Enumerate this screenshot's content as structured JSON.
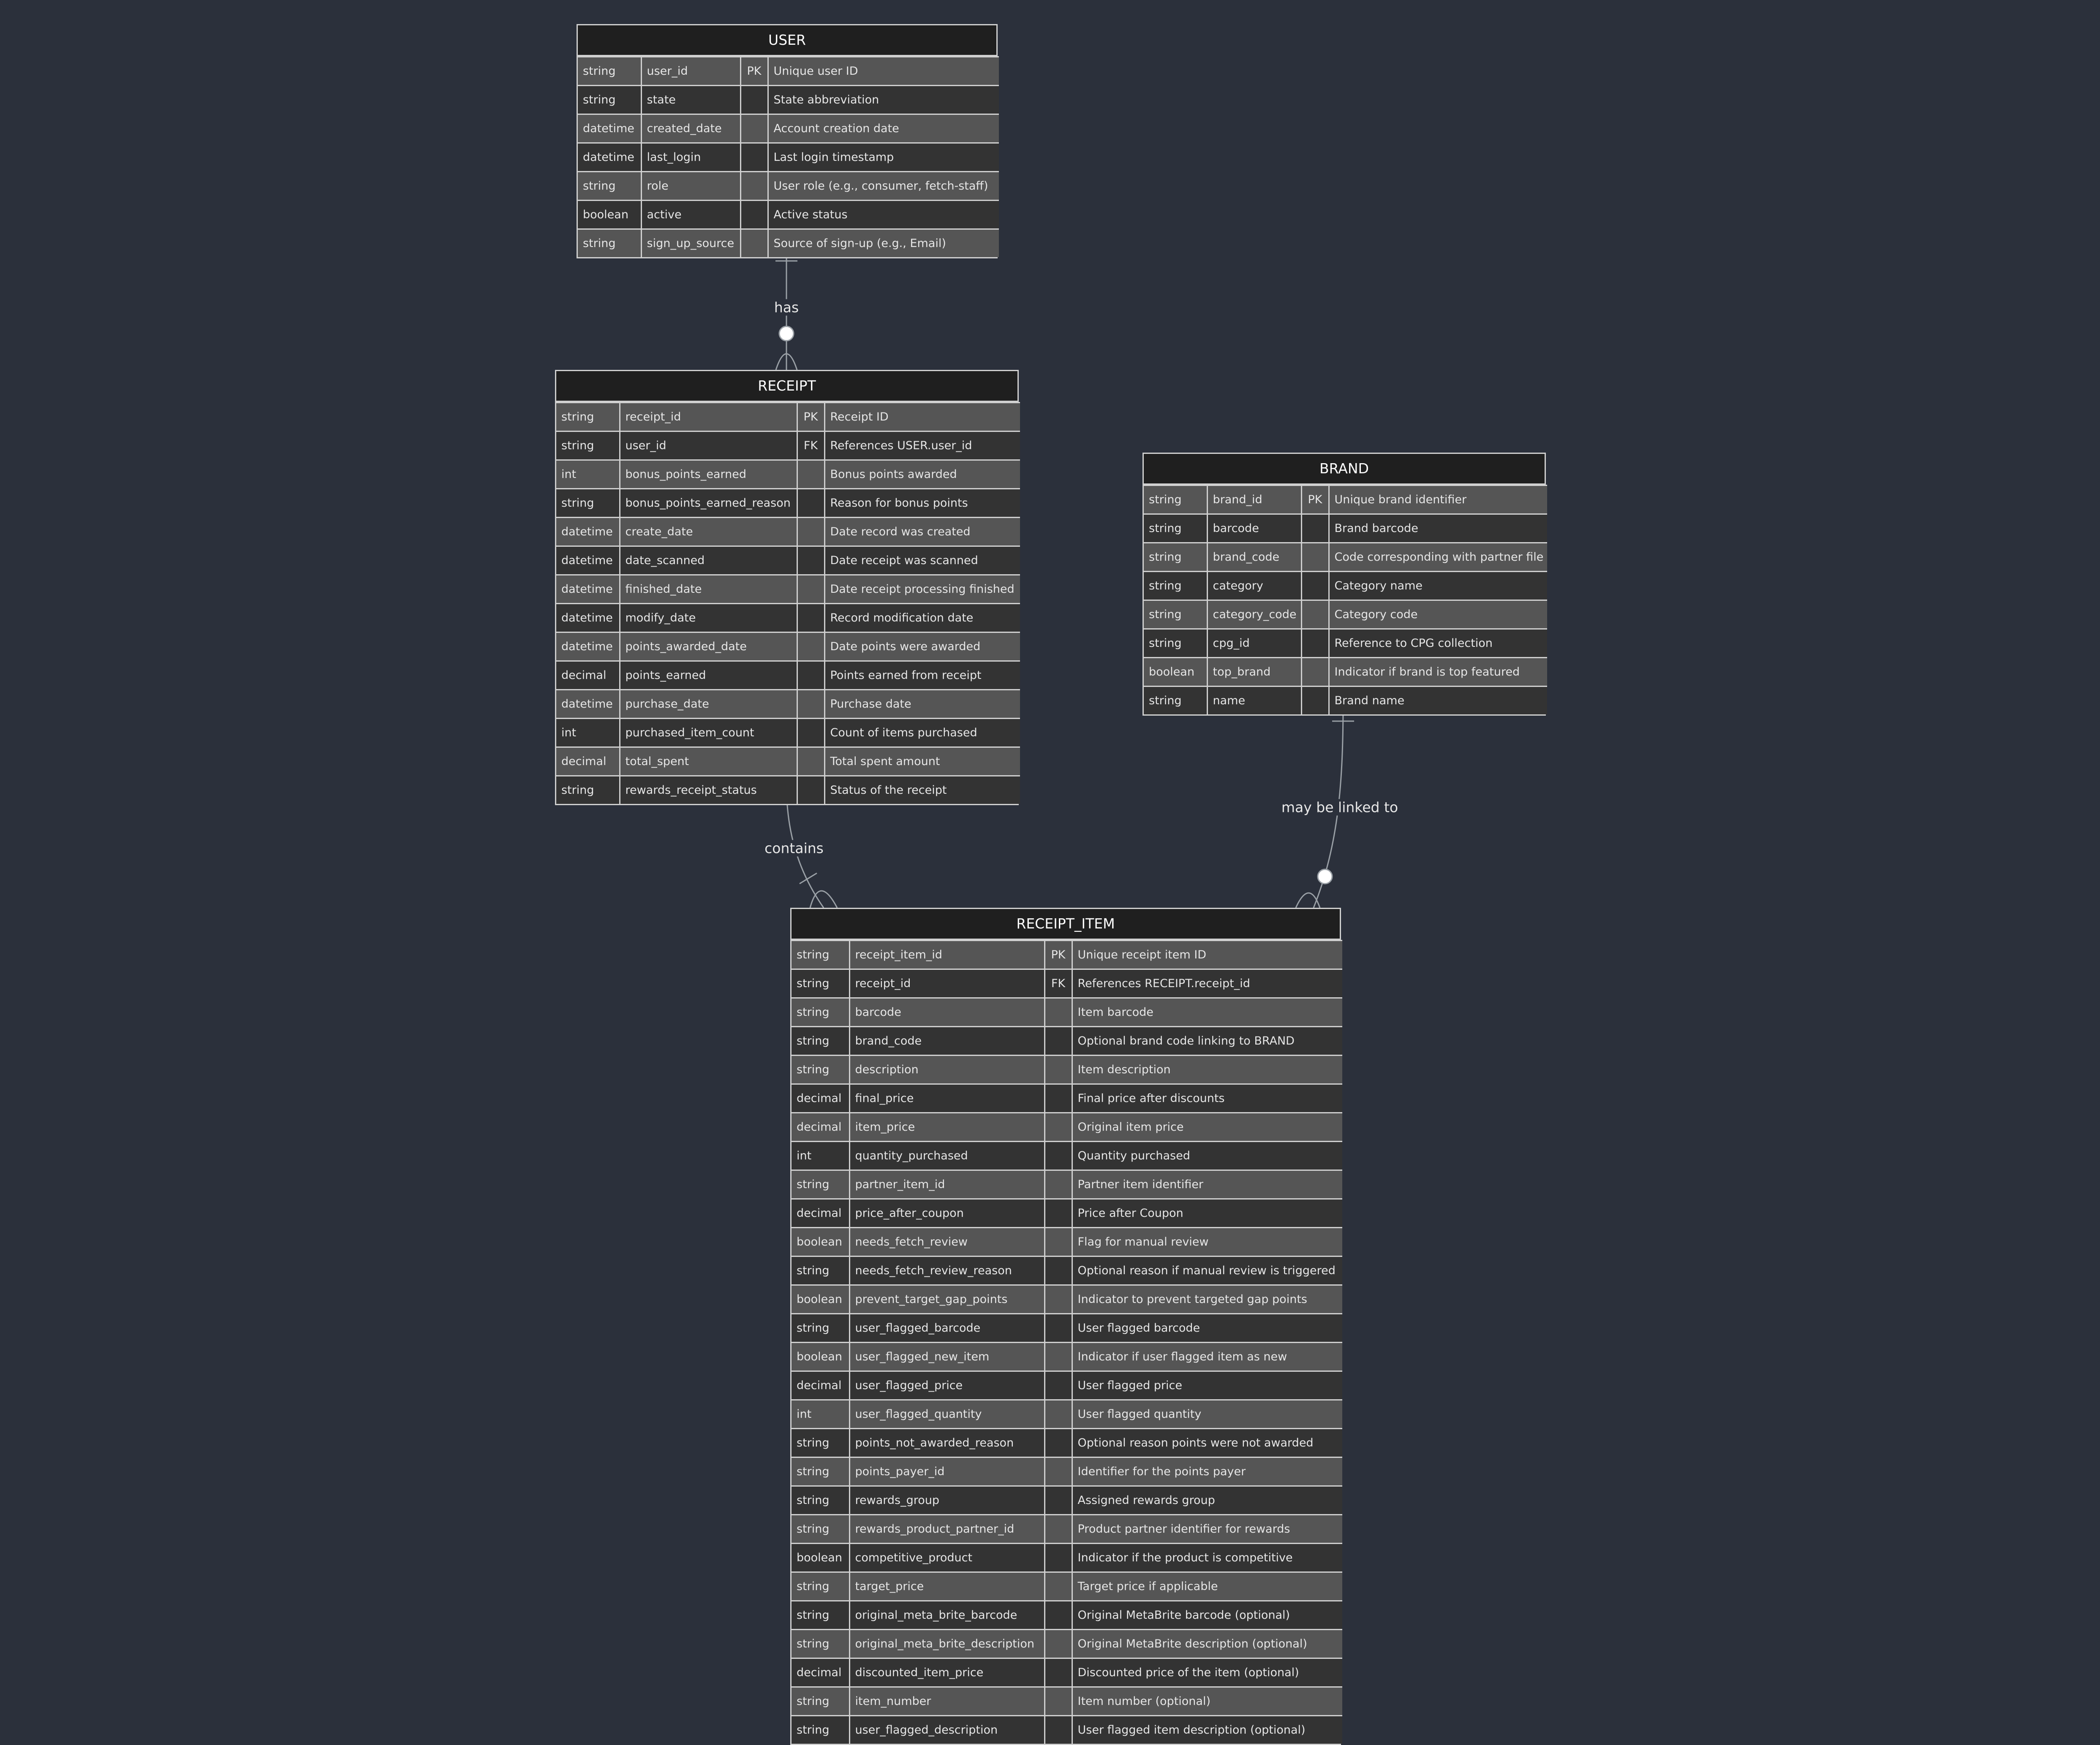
{
  "entities": {
    "user": {
      "title": "USER",
      "attributes": [
        {
          "type": "string",
          "name": "user_id",
          "key": "PK",
          "comment": "Unique user ID"
        },
        {
          "type": "string",
          "name": "state",
          "key": "",
          "comment": "State abbreviation"
        },
        {
          "type": "datetime",
          "name": "created_date",
          "key": "",
          "comment": "Account creation date"
        },
        {
          "type": "datetime",
          "name": "last_login",
          "key": "",
          "comment": "Last login timestamp"
        },
        {
          "type": "string",
          "name": "role",
          "key": "",
          "comment": "User role (e.g., consumer, fetch-staff)"
        },
        {
          "type": "boolean",
          "name": "active",
          "key": "",
          "comment": "Active status"
        },
        {
          "type": "string",
          "name": "sign_up_source",
          "key": "",
          "comment": "Source of sign-up (e.g., Email)"
        }
      ]
    },
    "receipt": {
      "title": "RECEIPT",
      "attributes": [
        {
          "type": "string",
          "name": "receipt_id",
          "key": "PK",
          "comment": "Receipt ID"
        },
        {
          "type": "string",
          "name": "user_id",
          "key": "FK",
          "comment": "References USER.user_id"
        },
        {
          "type": "int",
          "name": "bonus_points_earned",
          "key": "",
          "comment": "Bonus points awarded"
        },
        {
          "type": "string",
          "name": "bonus_points_earned_reason",
          "key": "",
          "comment": "Reason for bonus points"
        },
        {
          "type": "datetime",
          "name": "create_date",
          "key": "",
          "comment": "Date record was created"
        },
        {
          "type": "datetime",
          "name": "date_scanned",
          "key": "",
          "comment": "Date receipt was scanned"
        },
        {
          "type": "datetime",
          "name": "finished_date",
          "key": "",
          "comment": "Date receipt processing finished"
        },
        {
          "type": "datetime",
          "name": "modify_date",
          "key": "",
          "comment": "Record modification date"
        },
        {
          "type": "datetime",
          "name": "points_awarded_date",
          "key": "",
          "comment": "Date points were awarded"
        },
        {
          "type": "decimal",
          "name": "points_earned",
          "key": "",
          "comment": "Points earned from receipt"
        },
        {
          "type": "datetime",
          "name": "purchase_date",
          "key": "",
          "comment": "Purchase date"
        },
        {
          "type": "int",
          "name": "purchased_item_count",
          "key": "",
          "comment": "Count of items purchased"
        },
        {
          "type": "decimal",
          "name": "total_spent",
          "key": "",
          "comment": "Total spent amount"
        },
        {
          "type": "string",
          "name": "rewards_receipt_status",
          "key": "",
          "comment": "Status of the receipt"
        }
      ]
    },
    "brand": {
      "title": "BRAND",
      "attributes": [
        {
          "type": "string",
          "name": "brand_id",
          "key": "PK",
          "comment": "Unique brand identifier"
        },
        {
          "type": "string",
          "name": "barcode",
          "key": "",
          "comment": "Brand barcode"
        },
        {
          "type": "string",
          "name": "brand_code",
          "key": "",
          "comment": "Code corresponding with partner file"
        },
        {
          "type": "string",
          "name": "category",
          "key": "",
          "comment": "Category name"
        },
        {
          "type": "string",
          "name": "category_code",
          "key": "",
          "comment": "Category code"
        },
        {
          "type": "string",
          "name": "cpg_id",
          "key": "",
          "comment": "Reference to CPG collection"
        },
        {
          "type": "boolean",
          "name": "top_brand",
          "key": "",
          "comment": "Indicator if brand is top featured"
        },
        {
          "type": "string",
          "name": "name",
          "key": "",
          "comment": "Brand name"
        }
      ]
    },
    "receipt_item": {
      "title": "RECEIPT_ITEM",
      "attributes": [
        {
          "type": "string",
          "name": "receipt_item_id",
          "key": "PK",
          "comment": "Unique receipt item ID"
        },
        {
          "type": "string",
          "name": "receipt_id",
          "key": "FK",
          "comment": "References RECEIPT.receipt_id"
        },
        {
          "type": "string",
          "name": "barcode",
          "key": "",
          "comment": "Item barcode"
        },
        {
          "type": "string",
          "name": "brand_code",
          "key": "",
          "comment": "Optional brand code linking to BRAND"
        },
        {
          "type": "string",
          "name": "description",
          "key": "",
          "comment": "Item description"
        },
        {
          "type": "decimal",
          "name": "final_price",
          "key": "",
          "comment": "Final price after discounts"
        },
        {
          "type": "decimal",
          "name": "item_price",
          "key": "",
          "comment": "Original item price"
        },
        {
          "type": "int",
          "name": "quantity_purchased",
          "key": "",
          "comment": "Quantity purchased"
        },
        {
          "type": "string",
          "name": "partner_item_id",
          "key": "",
          "comment": "Partner item identifier"
        },
        {
          "type": "decimal",
          "name": "price_after_coupon",
          "key": "",
          "comment": "Price after Coupon"
        },
        {
          "type": "boolean",
          "name": "needs_fetch_review",
          "key": "",
          "comment": "Flag for manual review"
        },
        {
          "type": "string",
          "name": "needs_fetch_review_reason",
          "key": "",
          "comment": "Optional reason if manual review is triggered"
        },
        {
          "type": "boolean",
          "name": "prevent_target_gap_points",
          "key": "",
          "comment": "Indicator to prevent targeted gap points"
        },
        {
          "type": "string",
          "name": "user_flagged_barcode",
          "key": "",
          "comment": "User flagged barcode"
        },
        {
          "type": "boolean",
          "name": "user_flagged_new_item",
          "key": "",
          "comment": "Indicator if user flagged item as new"
        },
        {
          "type": "decimal",
          "name": "user_flagged_price",
          "key": "",
          "comment": "User flagged price"
        },
        {
          "type": "int",
          "name": "user_flagged_quantity",
          "key": "",
          "comment": "User flagged quantity"
        },
        {
          "type": "string",
          "name": "points_not_awarded_reason",
          "key": "",
          "comment": "Optional reason points were not awarded"
        },
        {
          "type": "string",
          "name": "points_payer_id",
          "key": "",
          "comment": "Identifier for the points payer"
        },
        {
          "type": "string",
          "name": "rewards_group",
          "key": "",
          "comment": "Assigned rewards group"
        },
        {
          "type": "string",
          "name": "rewards_product_partner_id",
          "key": "",
          "comment": "Product partner identifier for rewards"
        },
        {
          "type": "boolean",
          "name": "competitive_product",
          "key": "",
          "comment": "Indicator if the product is competitive"
        },
        {
          "type": "string",
          "name": "target_price",
          "key": "",
          "comment": "Target price if applicable"
        },
        {
          "type": "string",
          "name": "original_meta_brite_barcode",
          "key": "",
          "comment": "Original MetaBrite barcode (optional)"
        },
        {
          "type": "string",
          "name": "original_meta_brite_description",
          "key": "",
          "comment": "Original MetaBrite description (optional)"
        },
        {
          "type": "decimal",
          "name": "discounted_item_price",
          "key": "",
          "comment": "Discounted price of the item (optional)"
        },
        {
          "type": "string",
          "name": "item_number",
          "key": "",
          "comment": "Item number (optional)"
        },
        {
          "type": "string",
          "name": "user_flagged_description",
          "key": "",
          "comment": "User flagged item description (optional)"
        }
      ]
    }
  },
  "relationships": {
    "user_receipt": {
      "label": "has"
    },
    "receipt_receipt_item": {
      "label": "contains"
    },
    "brand_receipt_item": {
      "label": "may be linked to"
    }
  },
  "colors": {
    "background": "#2b303b",
    "header": "#1f1f1f",
    "row_light": "#555555",
    "row_dark": "#333333",
    "border": "#d0d0d0",
    "edge": "#9aa0a6"
  }
}
